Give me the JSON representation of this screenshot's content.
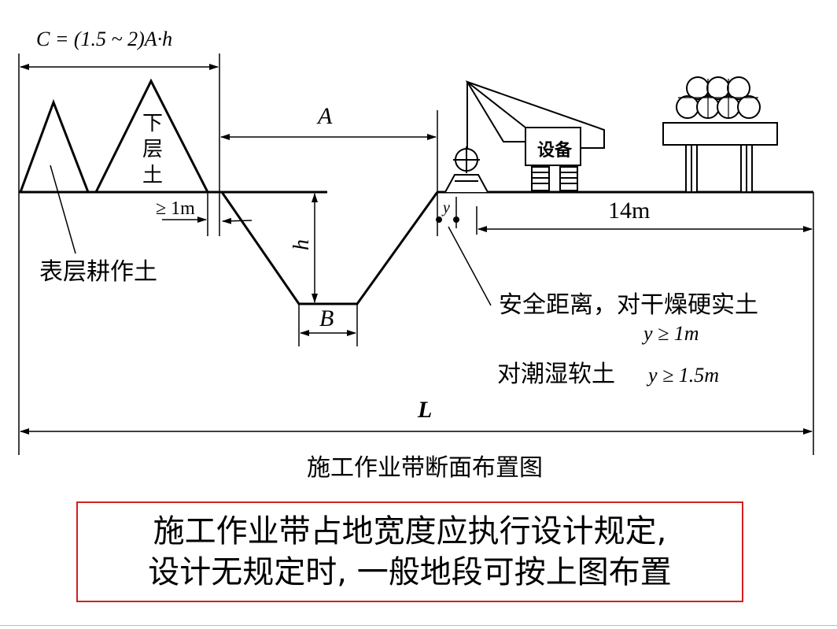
{
  "diagram": {
    "formula": "C = (1.5 ~ 2)A·h",
    "label_A": "A",
    "label_h": "h",
    "label_B": "B",
    "label_y": "y",
    "label_L": "L",
    "label_14m": "14m",
    "min_setback": "≥ 1m",
    "subsoil_chars": [
      "下",
      "层",
      "土"
    ],
    "topsoil_label": "表层耕作土",
    "equipment_label": "设备",
    "safety_line1": "安全距离，对干燥硬实土",
    "safety_line2": "y ≥ 1m",
    "wet_soil_text": "对潮湿软土",
    "wet_soil_value": "y ≥ 1.5m",
    "caption": "施工作业带断面布置图"
  },
  "note": {
    "line1": "施工作业带占地宽度应执行设计规定,",
    "line2": "设计无规定时, 一般地段可按上图布置",
    "border_color": "#d21f1f"
  }
}
